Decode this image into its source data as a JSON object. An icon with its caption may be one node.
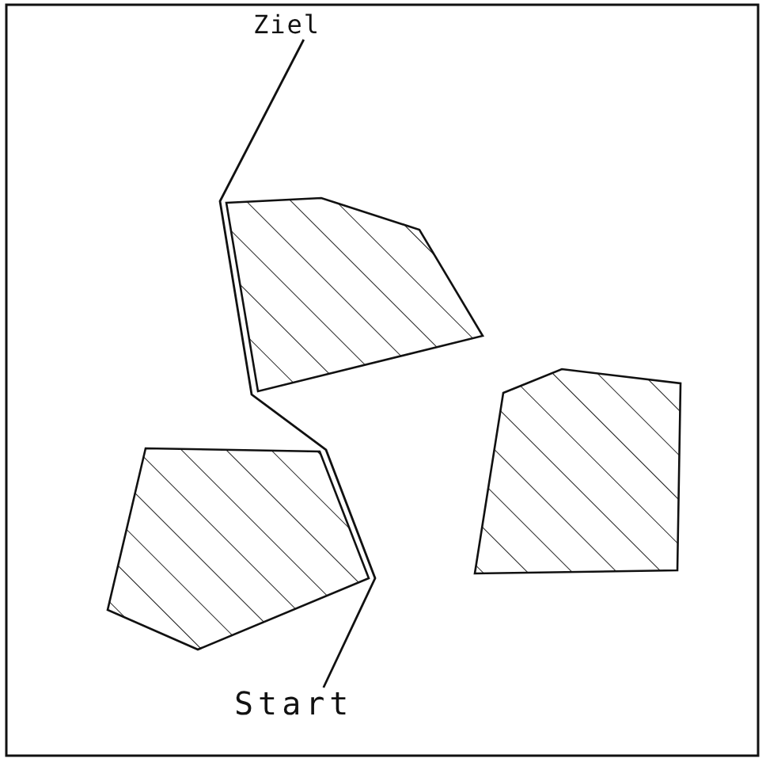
{
  "diagram": {
    "nodes": [
      {
        "text": [
          "Ziel"
        ]
      },
      {
        "text": [],
        "shape": "polygon"
      },
      {
        "text": [],
        "shape": "polygon"
      },
      {
        "text": [],
        "shape": "polygon"
      },
      {
        "text": [
          "Start"
        ]
      }
    ],
    "edges": [
      {
        "from": 4,
        "to": 0,
        "arrow": "none"
      }
    ]
  }
}
